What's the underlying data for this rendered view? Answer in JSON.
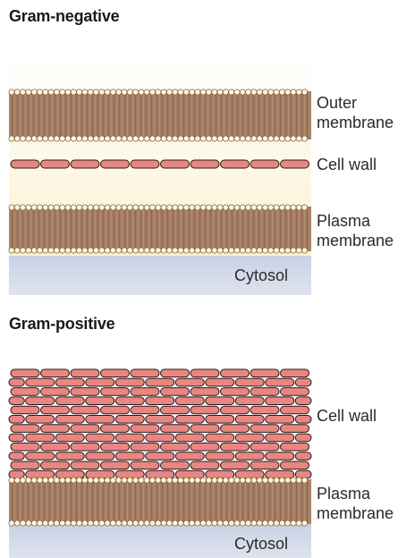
{
  "panels": {
    "gram_negative": {
      "title": "Gram-negative",
      "labels": {
        "outer_membrane_line1": "Outer",
        "outer_membrane_line2": "membrane",
        "cell_wall": "Cell wall",
        "plasma_membrane_line1": "Plasma",
        "plasma_membrane_line2": "membrane",
        "cytosol": "Cytosol"
      }
    },
    "gram_positive": {
      "title": "Gram-positive",
      "labels": {
        "cell_wall": "Cell wall",
        "plasma_membrane_line1": "Plasma",
        "plasma_membrane_line2": "membrane",
        "cytosol": "Cytosol"
      }
    }
  },
  "colors": {
    "periplasm_yellow": "#fbf2d2",
    "cytosol_blue": "#cfd6e6",
    "membrane_brown": "#a37c62",
    "lipid_head": "#fbf6e6",
    "lipid_head_outline": "#8a6a3e",
    "peptidoglycan_red": "#e88682",
    "peptidoglycan_outline": "#2a1a1a"
  }
}
